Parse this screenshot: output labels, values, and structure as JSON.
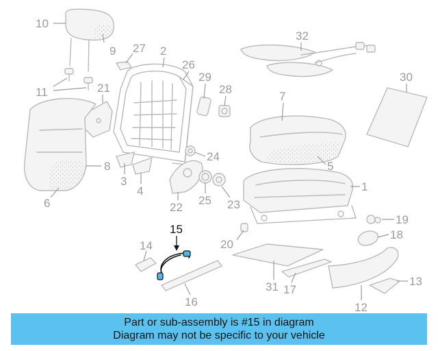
{
  "diagram": {
    "highlighted_part": "15",
    "accent_color": "#5bc2f0",
    "part_color": "#b9b9b9",
    "label_color": "#9b9b9b",
    "callouts": [
      "10",
      "9",
      "27",
      "2",
      "26",
      "32",
      "30",
      "11",
      "21",
      "29",
      "28",
      "7",
      "8",
      "5",
      "3",
      "4",
      "24",
      "1",
      "6",
      "22",
      "25",
      "23",
      "15",
      "19",
      "20",
      "18",
      "14",
      "31",
      "17",
      "13",
      "16",
      "12"
    ]
  },
  "banner": {
    "line1": "Part or sub-assembly is #15 in diagram",
    "line2": "Diagram may not be specific to your vehicle"
  }
}
